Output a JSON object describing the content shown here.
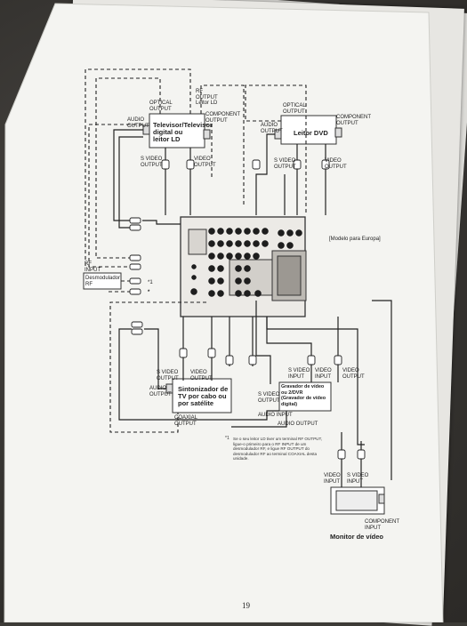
{
  "device_labels": {
    "tv_ld": "Televisor/Televisor\ndigital ou\nleitor LD",
    "dvd": "Leitor DVD",
    "satellite": "Sintonizador de\nTV por cabo ou\npor satélite",
    "recorder": "Gravador de vídeo\nou 2/DVR\n(Gravador de vídeo\ndigital)",
    "monitor": "Monitor de vídeo"
  },
  "port_labels": {
    "tv_rf_output": "RF\nOUTPUT\nLeitor LD",
    "tv_optical": "OPTICAL\nOUTPUT",
    "tv_component": "COMPONENT\nOUTPUT",
    "tv_audio": "AUDIO\nOUTPUT",
    "tv_svideo": "S VIDEO\nOUTPUT",
    "tv_video": "VIDEO\nOUTPUT",
    "dvd_optical": "OPTICAL\nOUTPUT",
    "dvd_component": "COMPONENT\nOUTPUT",
    "dvd_audio": "AUDIO\nOUTPUT",
    "dvd_svideo": "S VIDEO\nOUTPUT",
    "dvd_video": "VIDEO\nOUTPUT",
    "sat_svideo": "S VIDEO\nOUTPUT",
    "sat_video": "VIDEO\nOUTPUT",
    "sat_audio": "AUDIO\nOUTPUT",
    "sat_coaxial": "COAXIAL\nOUTPUT",
    "rec_svideo_in": "S VIDEO\nINPUT",
    "rec_video_in": "VIDEO\nINPUT",
    "rec_video_out": "VIDEO\nOUTPUT",
    "rec_svideo_out": "S VIDEO\nOUTPUT",
    "rec_audio_in": "AUDIO INPUT",
    "rec_audio_out": "AUDIO OUTPUT",
    "mon_video_in": "VIDEO\nINPUT",
    "mon_svideo_in": "S VIDEO\nINPUT",
    "mon_component_in": "COMPONENT\nINPUT"
  },
  "side_labels": {
    "model_europe": "[Modelo para Europa]",
    "rf_input": "RF\nINPUT",
    "demodulator": "Desmodulador\nRF",
    "star_one": "*1",
    "star_mark": "*"
  },
  "footnote": {
    "marker": "*1",
    "text": "Se o seu leitor LD tiver um terminal RF OUTPUT, ligue-o primeiro para o RF INPUT de um desmodulador RF, e ligue RF OUTPUT do desmodulador RF ao terminal COAXIAL desta unidade."
  },
  "page_number": "19",
  "colors": {
    "paper": "#f4f4f1",
    "ink": "#222222",
    "background": "#3d3b37"
  }
}
